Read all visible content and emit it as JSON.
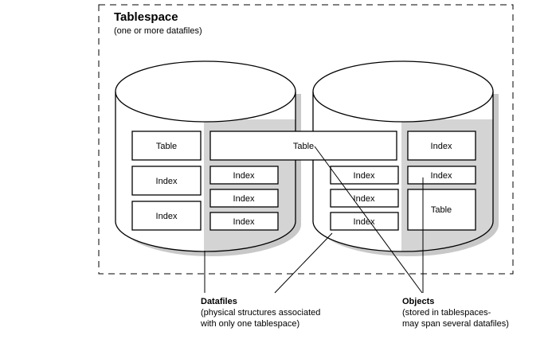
{
  "tablespace": {
    "title": "Tablespace",
    "subtitle": "(one or more datafiles)"
  },
  "datafile_1": {
    "boxes": [
      "Table",
      "Index",
      "Index"
    ],
    "small_boxes": [
      "Index",
      "Index",
      "Index"
    ]
  },
  "spanning_table": "Table",
  "datafile_2": {
    "left_boxes": [
      "Index",
      "Index",
      "Index"
    ],
    "right_boxes": [
      "Index",
      "Index",
      "Table"
    ]
  },
  "callouts": {
    "datafiles": {
      "title": "Datafiles",
      "line1": "(physical structures associated",
      "line2": "with only one tablespace)"
    },
    "objects": {
      "title": "Objects",
      "line1": "(stored in tablespaces-",
      "line2": "may span several datafiles)"
    }
  }
}
